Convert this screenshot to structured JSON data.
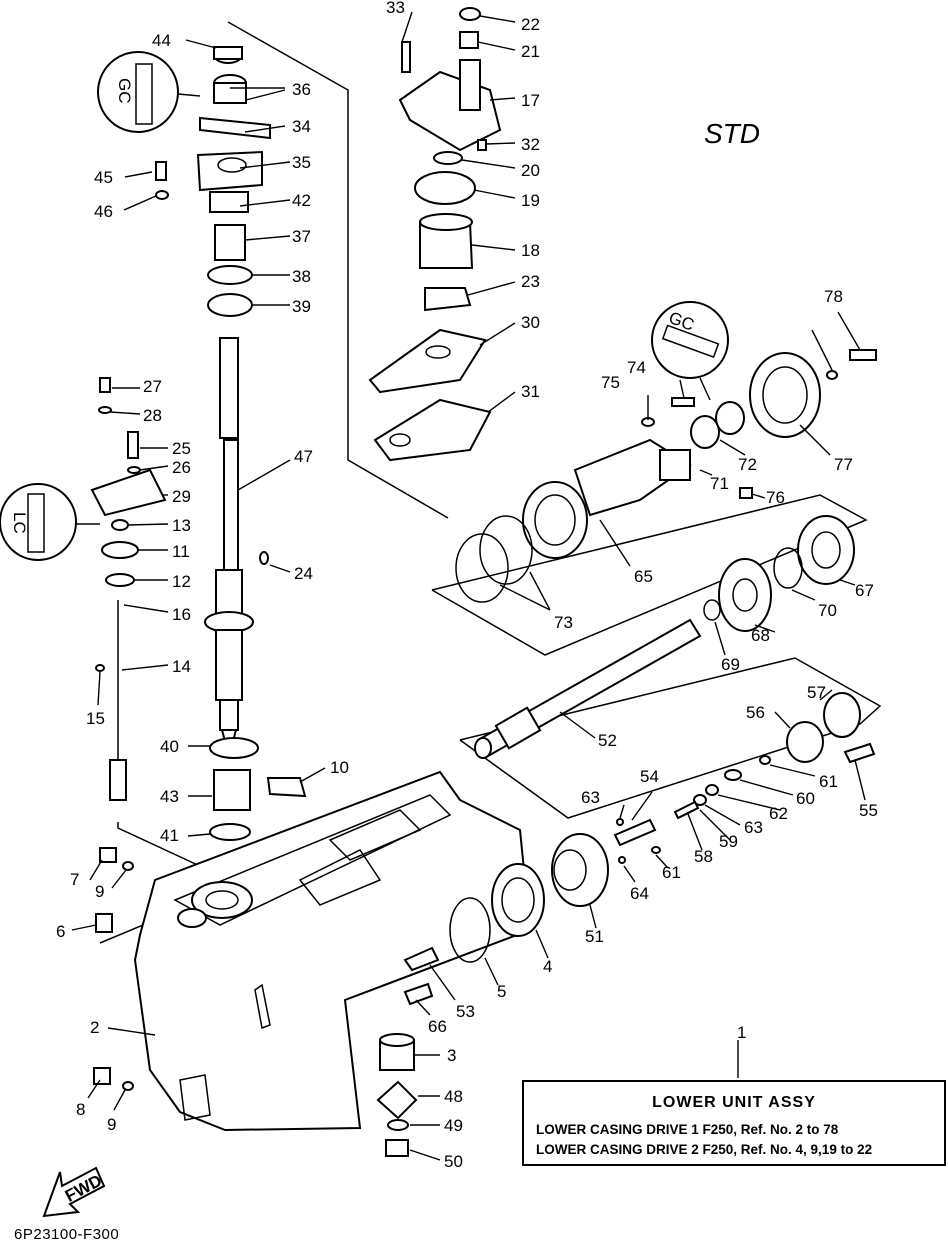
{
  "variant_label": "STD",
  "callouts": [
    "1",
    "2",
    "3",
    "4",
    "5",
    "6",
    "7",
    "8",
    "9",
    "9",
    "10",
    "11",
    "12",
    "13",
    "14",
    "15",
    "16",
    "17",
    "18",
    "19",
    "20",
    "21",
    "22",
    "23",
    "24",
    "25",
    "26",
    "27",
    "28",
    "29",
    "30",
    "31",
    "32",
    "33",
    "34",
    "35",
    "36",
    "37",
    "38",
    "39",
    "40",
    "41",
    "42",
    "43",
    "44",
    "45",
    "46",
    "47",
    "48",
    "49",
    "50",
    "51",
    "52",
    "53",
    "54",
    "55",
    "56",
    "57",
    "58",
    "59",
    "60",
    "61",
    "61",
    "62",
    "63",
    "63",
    "64",
    "65",
    "66",
    "67",
    "68",
    "69",
    "70",
    "71",
    "72",
    "73",
    "74",
    "75",
    "76",
    "77",
    "78"
  ],
  "lubricant_marks": [
    "GC",
    "GC",
    "LC"
  ],
  "legend": {
    "title": "LOWER  UNIT ASSY",
    "line1": "LOWER CASING DRIVE 1 F250,  Ref. No. 2 to 78",
    "line2": "LOWER CASING DRIVE 2 F250,  Ref. No. 4, 9,19 to 22"
  },
  "fwd_label": "FWD",
  "footer_code": "6P23100-F300"
}
